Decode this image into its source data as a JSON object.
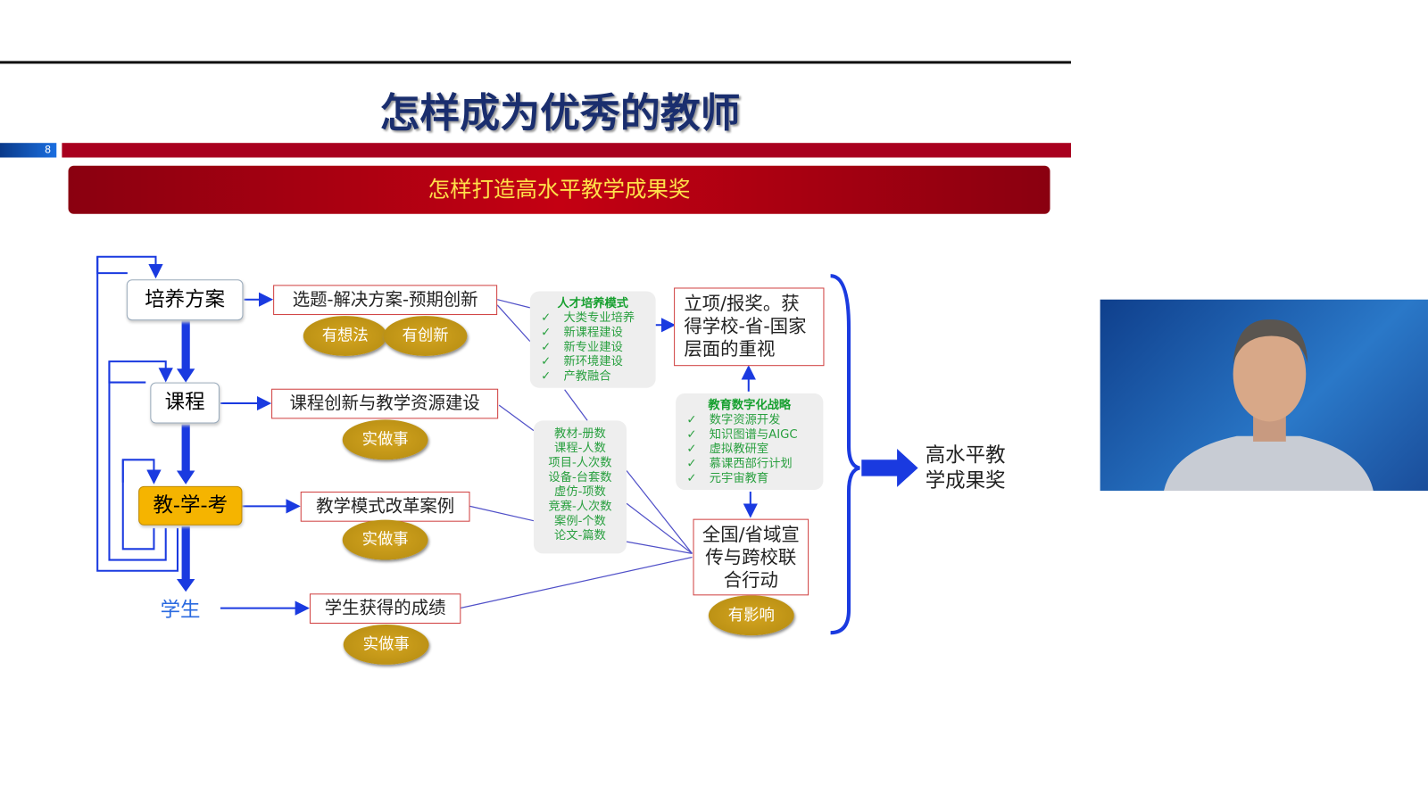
{
  "slide": {
    "title": "怎样成为优秀的教师",
    "page_number": "8",
    "banner": "怎样打造高水平教学成果奖"
  },
  "left": {
    "n1": "培养方案",
    "n2": "课程",
    "n3": "教-学-考",
    "n4": "学生"
  },
  "middle": {
    "b1": "选题-解决方案-预期创新",
    "b2": "课程创新与教学资源建设",
    "b3": "教学模式改革案例",
    "b4": "学生获得的成绩"
  },
  "ovals": {
    "o1": "有想法",
    "o2": "有创新",
    "o3": "实做事",
    "o4": "实做事",
    "o5": "实做事",
    "o6": "有影响"
  },
  "talent": {
    "title": "人才培养模式",
    "items": [
      "大类专业培养",
      "新课程建设",
      "新专业建设",
      "新环境建设",
      "产教融合"
    ]
  },
  "metrics": {
    "items": [
      "教材-册数",
      "课程-人数",
      "项目-人次数",
      "设备-台套数",
      "虚仿-项数",
      "竞赛-人次数",
      "案例-个数",
      "论文-篇数"
    ]
  },
  "digital": {
    "title": "教育数字化战略",
    "items": [
      "数字资源开发",
      "知识图谱与AIGC",
      "虚拟教研室",
      "慕课西部行计划",
      "元宇宙教育"
    ]
  },
  "right": {
    "r1": "立项/报奖。获得学校-省-国家层面的重视",
    "r2": "全国/省域宣传与跨校联合行动"
  },
  "result": "高水平教学成果奖",
  "check": "✓"
}
